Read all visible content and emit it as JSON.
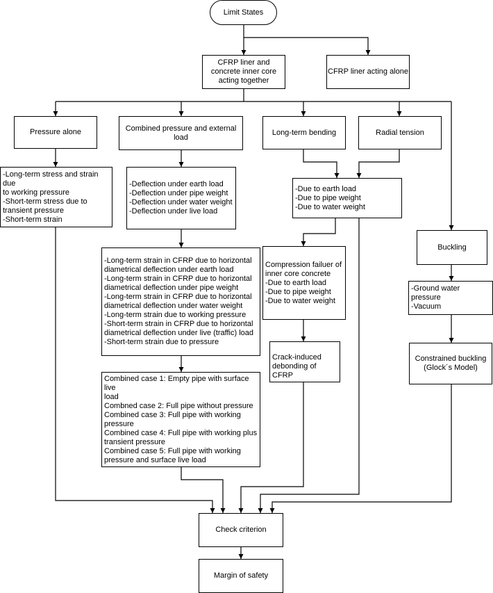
{
  "nodes": {
    "limit_states": "Limit States",
    "cfrp_with_core": "CFRP liner and\nconcrete inner core\nacting together",
    "cfrp_alone": "CFRP liner acting alone",
    "pressure_alone": "Pressure alone",
    "combined_pressure": "Combined pressure and external\nload",
    "long_term_bending": "Long-term bending",
    "radial_tension": "Radial tension",
    "pressure_effects": "-Long-term stress and strain due\nto working pressure\n-Short-term stress due to\ntransient pressure\n-Short-term strain",
    "deflections": "-Deflection under earth load\n-Deflection under pipe weight\n-Deflection under water weight\n-Deflection under live load",
    "bending_loads": "-Due to earth load\n-Due to pipe weight\n-Due to water weight",
    "strains": "-Long-term strain in CFRP due to horizontal\ndiametrical deflection under earth load\n-Long-term strain in CFRP due to horizontal\ndiametrical deflection under pipe weight\n-Long-term strain in CFRP due to horizontal\ndiametrical deflection under water weight\n-Long-term strain due to working pressure\n-Short-term strain in CFRP due to horizontal\ndiametrical deflection under live (traffic) load\n-Short-term strain due to pressure",
    "compression_failure": "Compression failuer of\ninner core concrete\n-Due to earth load\n-Due to pipe weight\n-Due to water weight",
    "buckling": "Buckling",
    "buckling_loads": "-Ground water pressure\n-Vacuum",
    "crack_debonding": "Crack-induced\ndebonding of CFRP",
    "constrained_buckling": "Constrained buckling\n(Glock´s Model)",
    "combined_cases": "Combined case 1: Empty pipe with surface live\nload\nCombned case 2: Full pipe without pressure\nCombined case 3: Full pipe with working\npressure\nCombined case 4: Full pipe with working plus\ntransient pressure\nCombined case 5: Full pipe with working\npressure and surface live load",
    "check_criterion": "Check criterion",
    "margin_of_safety": "Margin of safety"
  }
}
